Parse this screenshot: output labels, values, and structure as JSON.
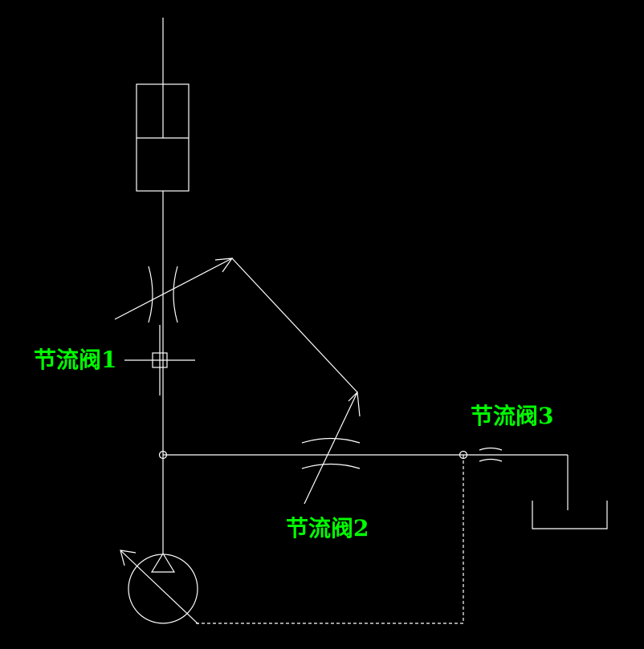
{
  "labels": {
    "valve1": "节流阀1",
    "valve2": "节流阀2",
    "valve3": "节流阀3"
  },
  "colors": {
    "background": "#000000",
    "lines": "#ffffff",
    "labels": "#00ff00"
  }
}
